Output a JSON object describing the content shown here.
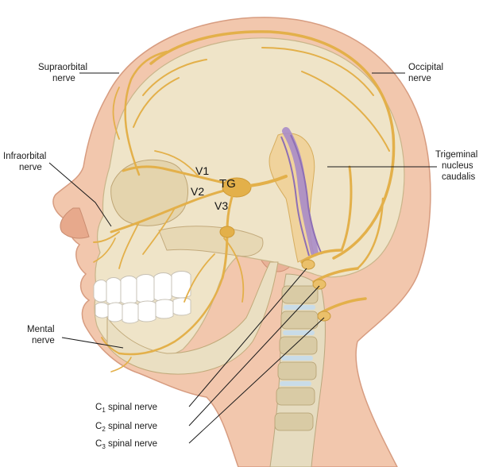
{
  "labels": {
    "supraorbital": [
      "Supraorbital",
      "nerve"
    ],
    "occipital": [
      "Occipital",
      "nerve"
    ],
    "infraorbital": [
      "Infraorbital",
      "nerve"
    ],
    "trigeminal_nucleus": [
      "Trigeminal",
      "nucleus",
      "caudalis"
    ],
    "mental": [
      "Mental",
      "nerve"
    ],
    "c1": {
      "prefix": "C",
      "sub": "1",
      "suffix": " spinal nerve"
    },
    "c2": {
      "prefix": "C",
      "sub": "2",
      "suffix": " spinal nerve"
    },
    "c3": {
      "prefix": "C",
      "sub": "3",
      "suffix": " spinal nerve"
    }
  },
  "branch_tags": {
    "v1": "V1",
    "v2": "V2",
    "v3": "V3",
    "tg": "TG"
  },
  "colors": {
    "skin": "#f2c7ad",
    "skin_dark": "#e7a98c",
    "skull": "#efe4c8",
    "nerve": "#e3b04a",
    "nucleus": "#a98cc8",
    "teeth": "#ffffff"
  }
}
